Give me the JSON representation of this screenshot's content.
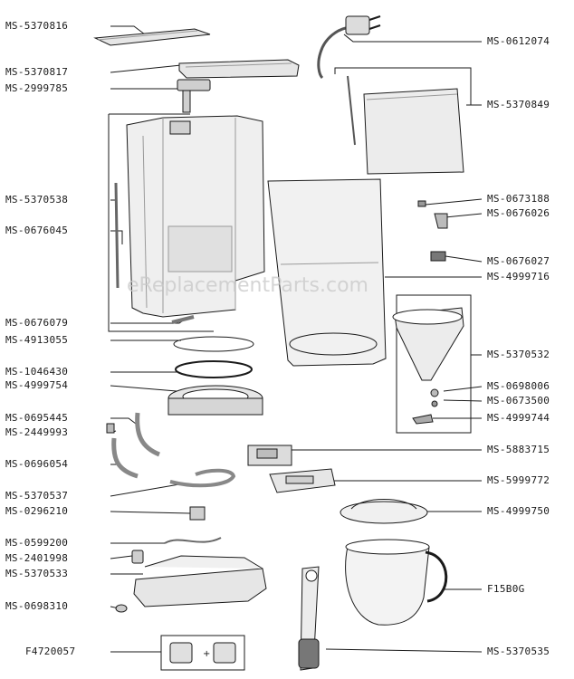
{
  "watermark": "eReplacementParts.com",
  "colors": {
    "line": "#1a1a1a",
    "part_fill": "#e6e6e6",
    "part_dark": "#9a9a9a"
  },
  "labels_left": [
    "MS-5370816",
    "MS-5370817",
    "MS-2999785",
    "MS-5370538",
    "MS-0676045",
    "MS-0676079",
    "MS-4913055",
    "MS-1046430",
    "MS-4999754",
    "MS-0695445",
    "MS-2449993",
    "MS-0696054",
    "MS-5370537",
    "MS-0296210",
    "MS-0599200",
    "MS-2401998",
    "MS-5370533",
    "MS-0698310",
    "F4720057"
  ],
  "labels_right": [
    "MS-0612074",
    "MS-5370849",
    "MS-0673188",
    "MS-0676026",
    "MS-0676027",
    "MS-4999716",
    "MS-5370532",
    "MS-0698006",
    "MS-0673500",
    "MS-4999744",
    "MS-5883715",
    "MS-5999772",
    "MS-4999750",
    "F15B0G",
    "MS-5370535"
  ]
}
